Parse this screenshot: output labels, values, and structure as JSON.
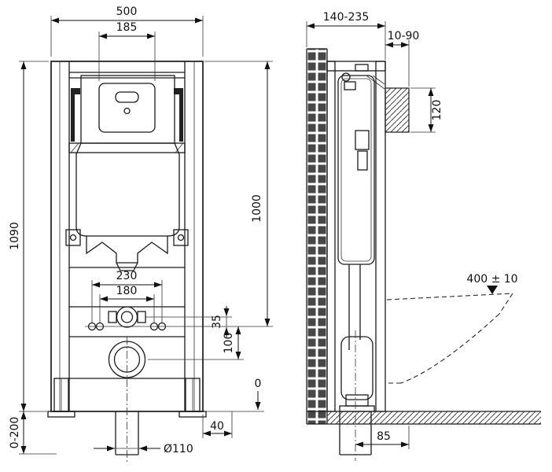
{
  "colors": {
    "line": "#1a1a1a",
    "wall_tile": "#474747",
    "background": "#ffffff"
  },
  "dims": {
    "front": {
      "total_width": "500",
      "plate_width": "185",
      "total_height": "1090",
      "flush_height": "1000",
      "bolts_outer": "230",
      "bolts_inner": "180",
      "inlet_to_bolts": "35",
      "bolts_to_drain": "100",
      "floor_ref": "0",
      "foot_offset": "40",
      "drain_dia": "Ø110",
      "leg_range": "0-200"
    },
    "side": {
      "depth_range": "140-235",
      "finish_range": "10-90",
      "plate_height": "120",
      "bowl_height": "400 ± 10",
      "drain_dist": "85"
    }
  }
}
